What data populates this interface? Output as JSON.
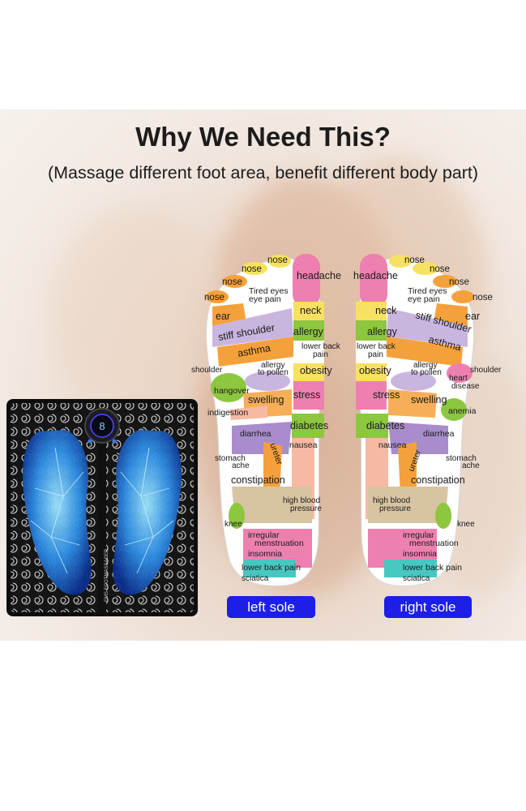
{
  "header": {
    "title": "Why We Need This?",
    "subtitle": "(Massage different foot area, benefit different body part)"
  },
  "device": {
    "display_value": "8",
    "side_text": "EMS FOOTMASSAGER"
  },
  "left_sole": {
    "button_label": "left sole",
    "labels": {
      "nose": "nose",
      "headache": "headache",
      "tired_eyes": "Tired eyes",
      "eye_pain": "eye pain",
      "ear": "ear",
      "neck": "neck",
      "stiff_shoulder": "stiff shoulder",
      "allergy": "allergy",
      "asthma": "asthma",
      "lower_back_pain_1": "lower back",
      "lower_back_pain_2": "pain",
      "shoulder": "shoulder",
      "allergy_pollen_1": "allergy",
      "allergy_pollen_2": "to pollen",
      "obesity": "obesity",
      "hangover": "hangover",
      "swelling": "swelling",
      "stress": "stress",
      "indigestion": "indigestion",
      "diarrhea": "diarrhea",
      "diabetes": "diabetes",
      "nausea": "nausea",
      "ureter": "ureter",
      "stomach_1": "stomach",
      "stomach_2": "ache",
      "constipation": "constipation",
      "high_blood_1": "high blood",
      "high_blood_2": "pressure",
      "knee": "knee",
      "irregular_1": "irregular",
      "irregular_2": "menstruation",
      "insomnia": "insomnia",
      "lower_back_pain": "lower back pain",
      "sciatica": "sciatica"
    }
  },
  "right_sole": {
    "button_label": "right sole",
    "labels": {
      "nose": "nose",
      "headache": "headache",
      "tired_eyes": "Tired eyes",
      "eye_pain": "eye pain",
      "ear": "ear",
      "neck": "neck",
      "stiff_shoulder": "stiff shoulder",
      "allergy": "allergy",
      "asthma": "asthma",
      "lower_back_pain_1": "lower back",
      "lower_back_pain_2": "pain",
      "shoulder": "shoulder",
      "allergy_pollen_1": "allergy",
      "allergy_pollen_2": "to pollen",
      "obesity": "obesity",
      "heart_1": "heart",
      "heart_2": "disease",
      "swelling": "swelling",
      "stress": "stress",
      "anemia": "anemia",
      "diarrhea": "diarrhea",
      "diabetes": "diabetes",
      "nausea": "nausea",
      "ureter": "ureter",
      "stomach_1": "stomach",
      "stomach_2": "ache",
      "constipation": "constipation",
      "high_blood_1": "high blood",
      "high_blood_2": "pressure",
      "knee": "knee",
      "irregular_1": "irregular",
      "irregular_2": "menstruation",
      "insomnia": "insomnia",
      "lower_back_pain": "lower back pain",
      "sciatica": "sciatica"
    }
  },
  "colors": {
    "button_bg": "#1d1ee6",
    "pink": "#ee80b0",
    "yellow": "#f7e160",
    "orange": "#f5a13b",
    "green": "#8dc63f",
    "purple": "#a98ccc",
    "lavender": "#c9b6df",
    "tan": "#d7c4a3",
    "teal": "#46c8c0",
    "salmon": "#f6b9a3"
  }
}
